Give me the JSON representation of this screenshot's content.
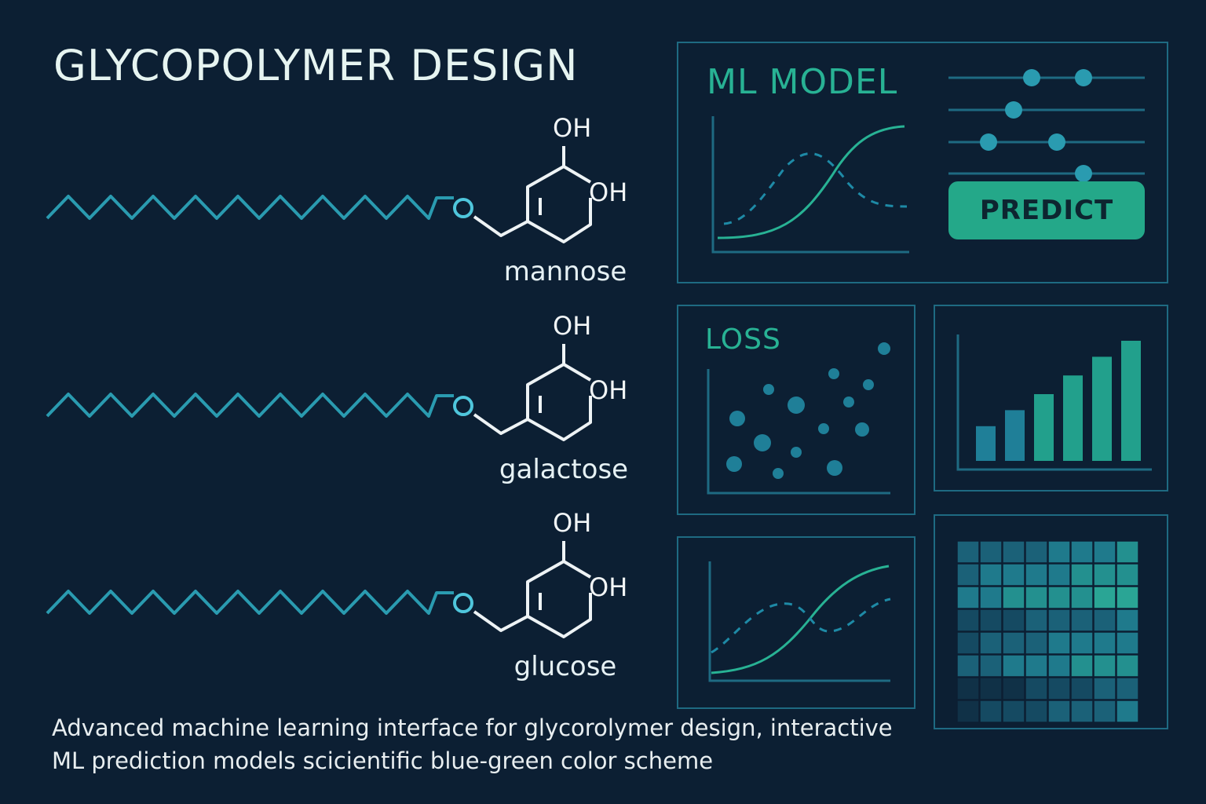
{
  "title": "GLYCOPOLYMER DESIGN",
  "molecules": [
    {
      "name": "mannose",
      "oh_top": "OH",
      "oh_right": "OH",
      "oxygen": "O"
    },
    {
      "name": "galactose",
      "oh_top": "OH",
      "oh_right": "OH",
      "oxygen": "O"
    },
    {
      "name": "glucose",
      "oh_top": "OH",
      "oh_right": "OH",
      "oxygen": "O"
    }
  ],
  "panels": {
    "ml_model": {
      "title": "ML MODEL",
      "predict_label": "PREDICT",
      "slider_count": 4
    },
    "loss": {
      "title": "LOSS"
    },
    "bar_chart": {
      "values": [
        0.26,
        0.38,
        0.5,
        0.64,
        0.78,
        0.9
      ]
    },
    "heatmap": {
      "rows": 8,
      "cols": 8
    }
  },
  "footer": {
    "line1": "Advanced machine learning interface for glycorolymer design, interactive",
    "line2": "ML prediction models  scicientific blue-green color scheme"
  },
  "colors": {
    "background": "#0c1f33",
    "chain": "#2a9bb0",
    "accent": "#28b294",
    "panel_border": "#1e6a82",
    "bond": "#eef3f5"
  }
}
